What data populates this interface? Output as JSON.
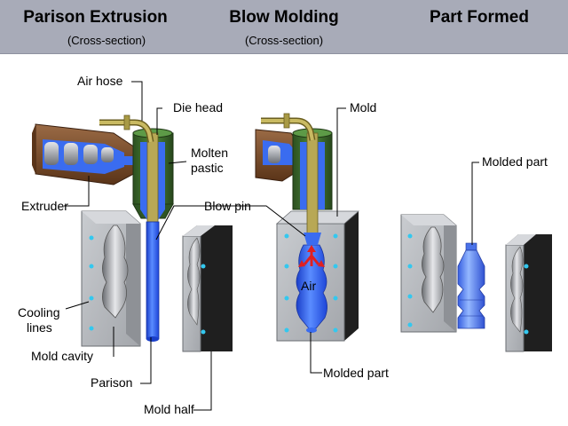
{
  "header": {
    "columns": [
      {
        "title": "Parison Extrusion",
        "subtitle": "(Cross-section)"
      },
      {
        "title": "Blow Molding",
        "subtitle": "(Cross-section)"
      },
      {
        "title": "Part Formed",
        "subtitle": ""
      }
    ]
  },
  "labels": {
    "air_hose": "Air hose",
    "die_head": "Die head",
    "molten_plastic_line1": "Molten",
    "molten_plastic_line2": "pastic",
    "extruder": "Extruder",
    "blow_pin": "Blow pin",
    "cooling_lines_line1": "Cooling",
    "cooling_lines_line2": "lines",
    "mold_cavity": "Mold cavity",
    "parison": "Parison",
    "mold_half": "Mold half",
    "mold": "Mold",
    "air": "Air",
    "molded_part_center": "Molded part",
    "molded_part_right": "Molded part"
  },
  "colors": {
    "header_bg": "#a8abb8",
    "extruder_brown": "#7a4a2a",
    "die_green": "#3f6b2f",
    "plastic_blue": "#3a6cf0",
    "mold_gray": "#b8bbc0",
    "mold_dark": "#2a2a2a",
    "cooling_cyan": "#33c8ef",
    "air_arrow_red": "#e02020",
    "hose_olive": "#a89a45"
  }
}
